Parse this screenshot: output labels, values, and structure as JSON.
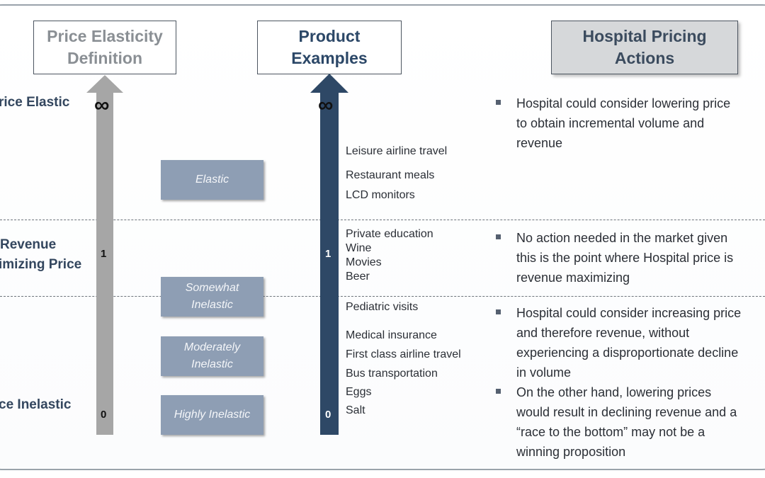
{
  "headers": {
    "definition": "Price Elasticity\nDefinition",
    "examples": "Product\nExamples",
    "actions": "Hospital Pricing\nActions"
  },
  "row_labels": {
    "elastic": "rice Elastic",
    "revenue_line1": "Revenue",
    "revenue_line2": "imizing Price",
    "inelastic": "ce Inelastic"
  },
  "axis": {
    "infinity": "∞",
    "tick_top": "1",
    "tick_bottom": "0"
  },
  "categories": [
    {
      "label": "Elastic"
    },
    {
      "label": "Somewhat\nInelastic"
    },
    {
      "label": "Moderately\nInelastic"
    },
    {
      "label": "Highly Inelastic"
    }
  ],
  "products": [
    "Leisure airline travel",
    "Restaurant meals",
    "LCD monitors",
    "Private education",
    "Wine",
    "Movies",
    "Beer",
    "Pediatric visits",
    "Medical insurance",
    "First class airline travel",
    "Bus transportation",
    "Eggs",
    "Salt"
  ],
  "actions": [
    "Hospital could consider lowering price\nto obtain incremental volume and\nrevenue",
    "No action needed in the market given\nthis is the point where Hospital price is\nrevenue maximizing",
    "Hospital could consider increasing price\nand therefore revenue, without\nexperiencing a disproportionate decline\nin volume",
    "On the other hand, lowering prices\nwould result in declining revenue and a\n“race to the bottom” may not be a\nwinning proposition"
  ],
  "colors": {
    "grey_arrow": "#a6a6a6",
    "navy_arrow": "#2e4866",
    "category_box": "#8e9eb4",
    "action_header": "#d6d8da"
  }
}
